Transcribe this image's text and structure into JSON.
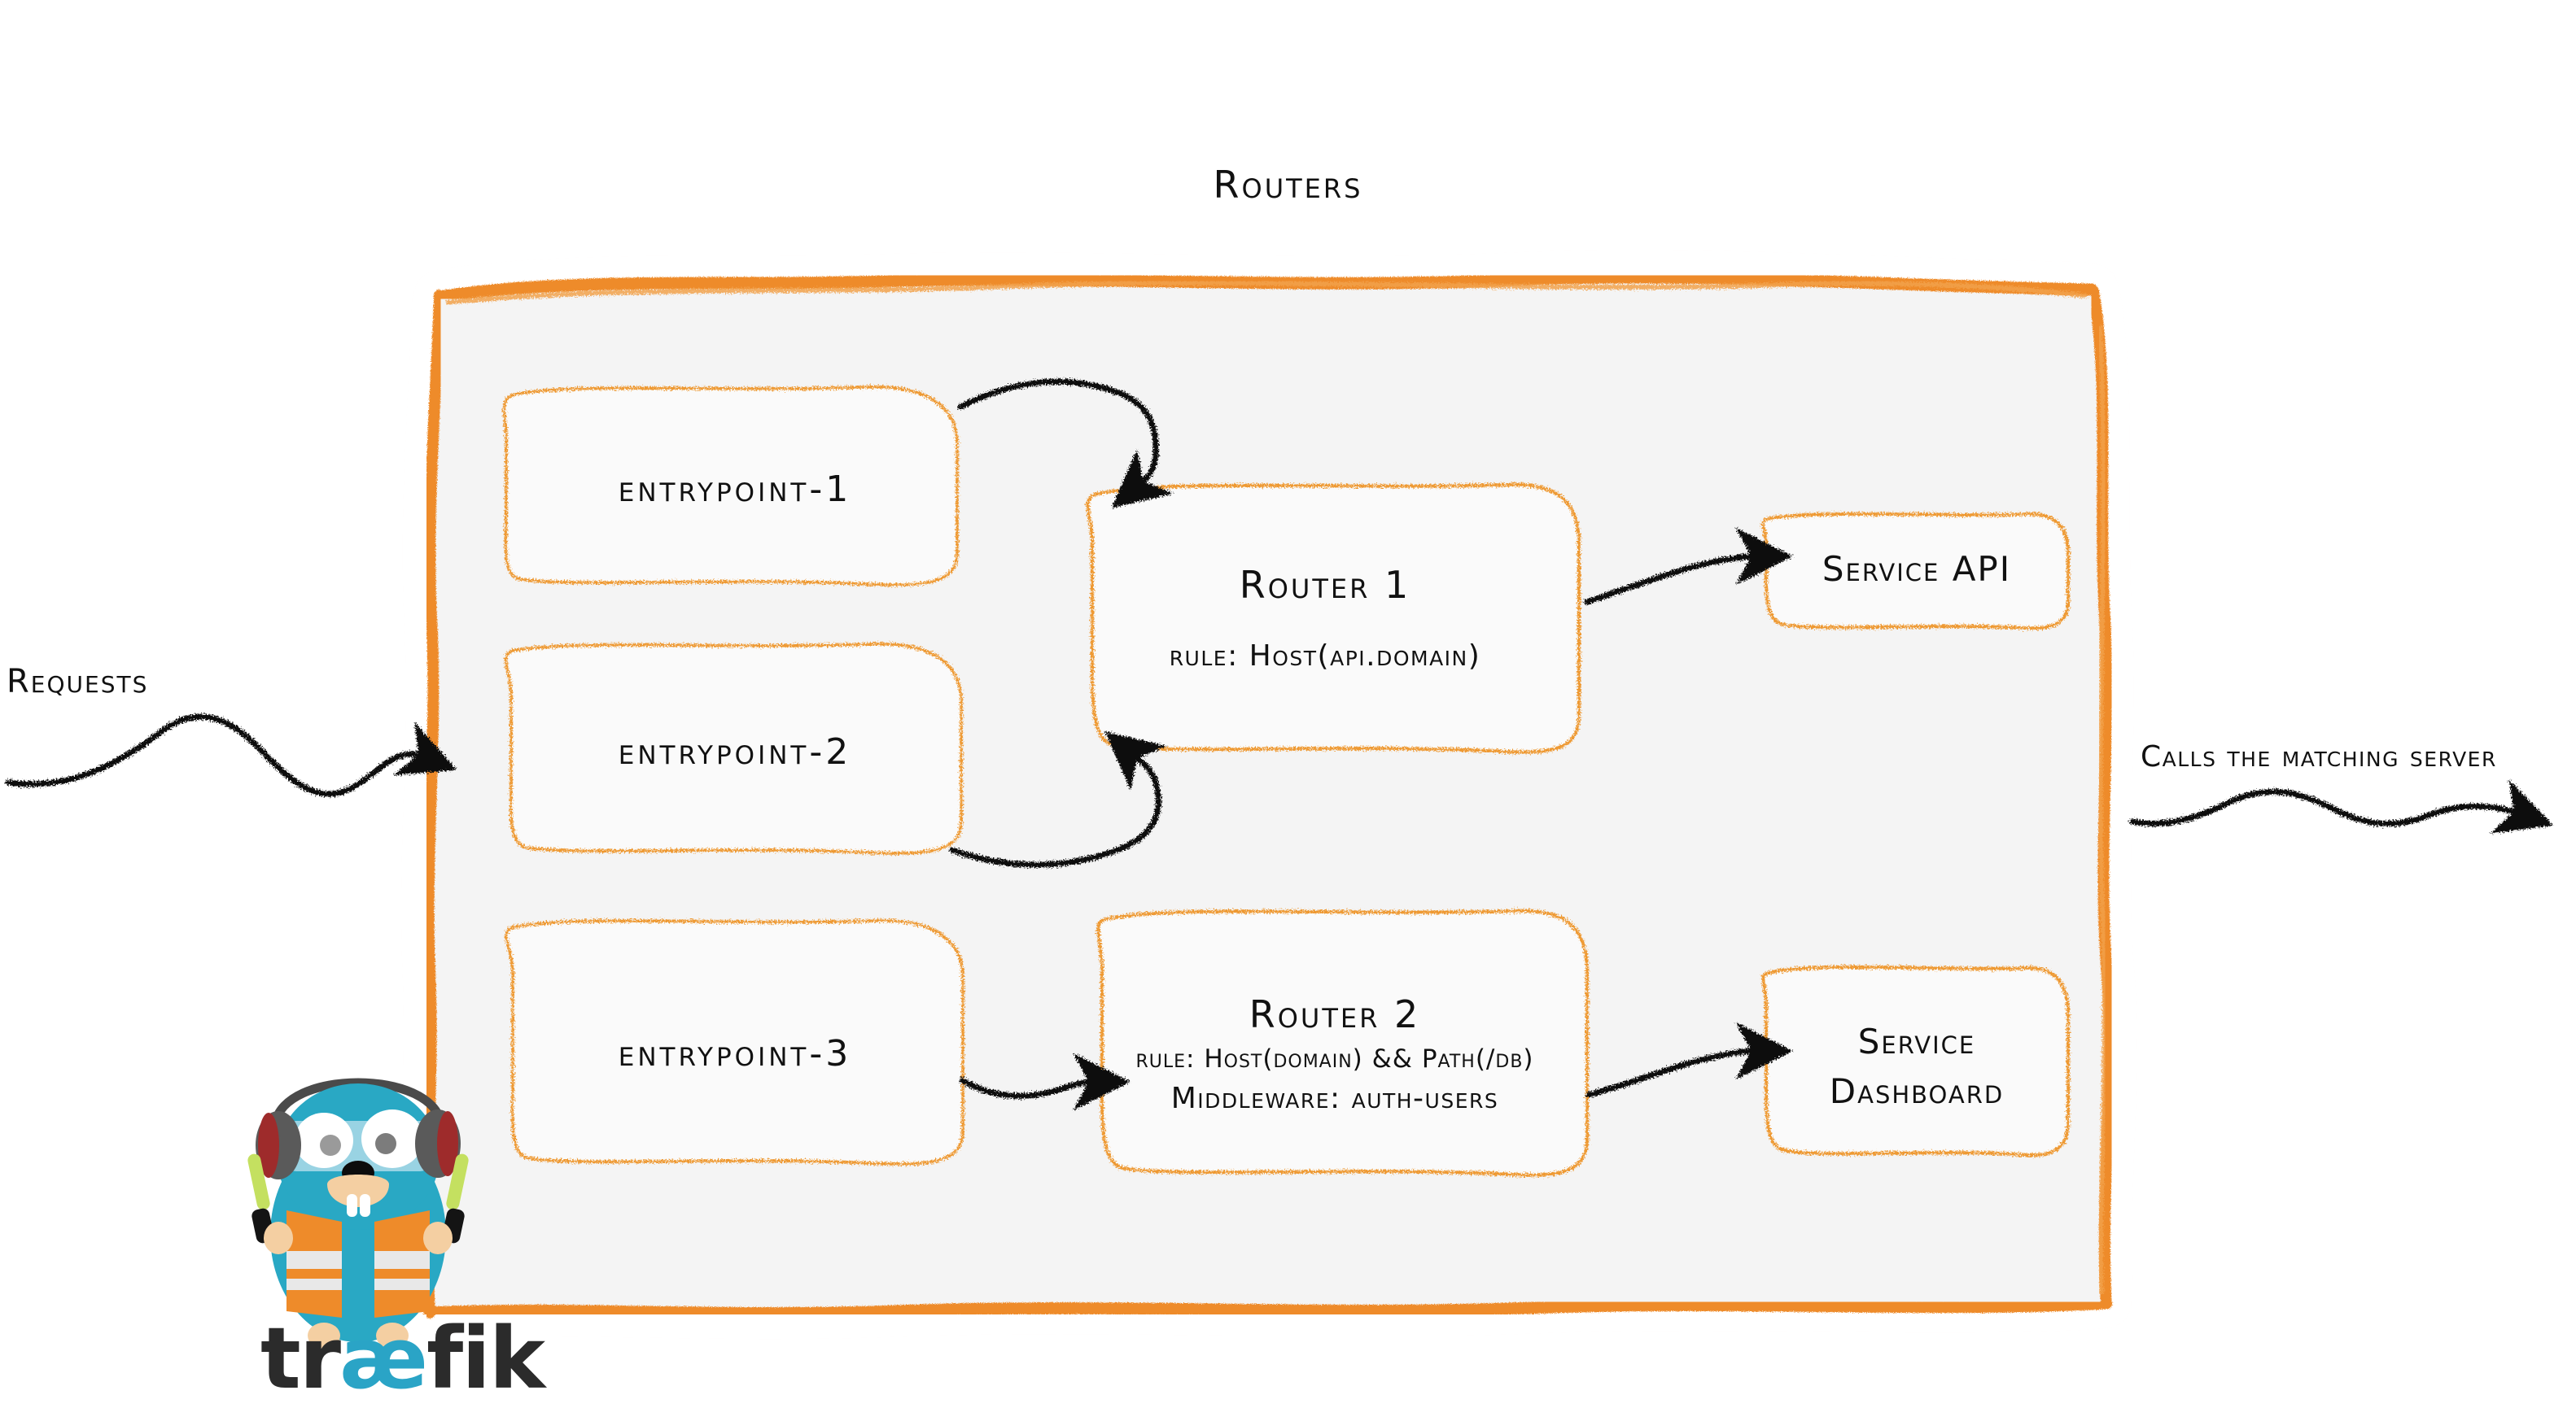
{
  "diagram": {
    "title": "Routers",
    "product": "traefik",
    "colors": {
      "accent_orange": "#EE8B2A",
      "panel_fill": "#F4F4F4",
      "box_stroke": "#EE9933",
      "ink": "#111111",
      "gopher_blue": "#29A8C4",
      "vest_orange": "#EE8B2A",
      "baton_green": "#C4E060",
      "headphone_gray": "#5A5A5A",
      "headphone_red": "#9E2B2B",
      "wordmark_dark": "#2B2B2B",
      "wordmark_accent": "#2AA4C6"
    }
  },
  "entrypoints": [
    {
      "label": "entrypoint-1"
    },
    {
      "label": "entrypoint-2"
    },
    {
      "label": "entrypoint-3"
    }
  ],
  "routers": [
    {
      "title": "Router 1",
      "lines": [
        "rule: Host(api.domain)"
      ]
    },
    {
      "title": "Router 2",
      "lines": [
        "rule: Host(domain) && Path(/db)",
        "Middleware: auth-users"
      ]
    }
  ],
  "services": [
    {
      "name": "Service API",
      "line1": "Service API",
      "line2": ""
    },
    {
      "name": "Service Dashboard",
      "line1": "Service",
      "line2": "Dashboard"
    }
  ],
  "captions": {
    "left": "Requests",
    "right": "Calls the matching server"
  },
  "logo": {
    "wordmark_a": "tr",
    "wordmark_ae": "æ",
    "wordmark_b": "fik"
  },
  "icons": {
    "arrow": "hand-drawn-arrow-icon",
    "gopher": "traefik-gopher-icon"
  }
}
